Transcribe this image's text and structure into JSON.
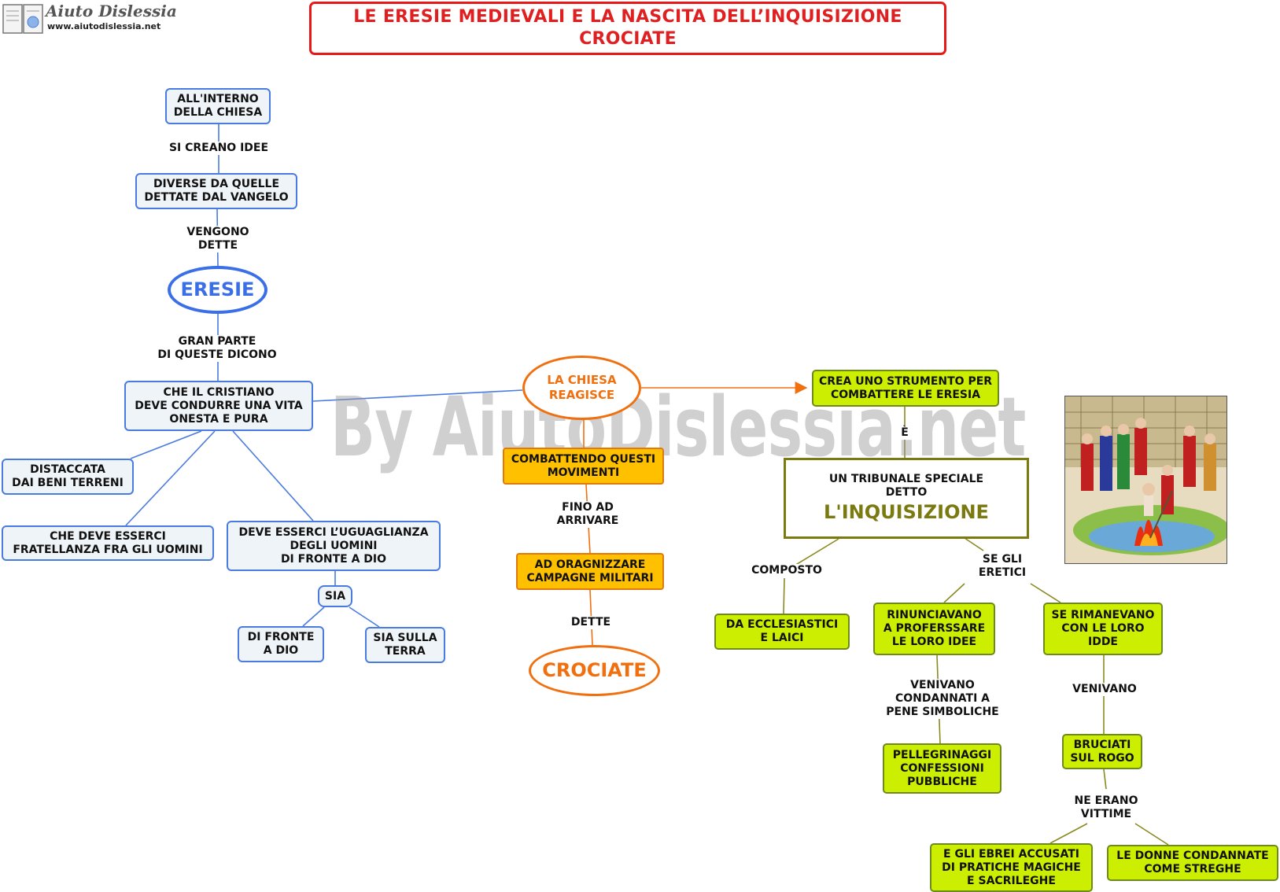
{
  "header": {
    "logo_name": "Aiuto Dislessia",
    "logo_url": "www.aiutodislessia.net",
    "title_line1": "LE ERESIE MEDIEVALI E LA NASCITA DELL’INQUISIZIONE",
    "title_line2": "CROCIATE"
  },
  "watermark": "By AiutoDislessia.net",
  "nodes": {
    "interno_chiesa": "ALL'INTERNO\nDELLA CHIESA",
    "diverse": "DIVERSE DA QUELLE\nDETTATE DAL VANGELO",
    "eresie": "ERESIE",
    "cristiano": "CHE  IL CRISTIANO\nDEVE CONDURRE UNA VITA\nONESTA E PURA",
    "distaccata": "DISTACCATA\nDAI BENI TERRENI",
    "fratellanza": "CHE DEVE ESSERCI\nFRATELLANZA FRA GLI UOMINI",
    "uguaglianza": "DEVE ESSERCI L’UGUAGLIANZA\nDEGLI UOMINI\nDI FRONTE A DIO",
    "sia": "SIA",
    "di_fronte": "DI FRONTE\nA DIO",
    "sia_terra": "SIA SULLA\nTERRA",
    "chiesa_reagisce": "LA CHIESA\nREAGISCE",
    "combattendo": "COMBATTENDO QUESTI\nMOVIMENTI",
    "oragnizzare": "AD ORAGNIZZARE\nCAMPAGNE MILITARI",
    "crociate": "CROCIATE",
    "strumento": "CREA UNO STRUMENTO PER\nCOMBATTERE LE ERESIA",
    "tribunale_sub": "UN TRIBUNALE SPECIALE\nDETTO",
    "tribunale_main": "L'INQUISIZIONE",
    "ecclesiastici": "DA ECCLESIASTICI\nE LAICI",
    "rinunciavano": "RINUNCIAVANO\nA PROFERSSARE\nLE LORO IDEE",
    "rimanevano": "SE RIMANEVANO\nCON LE LORO\nIDDE",
    "pellegrinaggi": "PELLEGRINAGGI\nCONFESSIONI\nPUBBLICHE",
    "bruciati": "BRUCIATI\nSUL ROGO",
    "ebrei": "E GLI EBREI ACCUSATI\nDI PRATICHE MAGICHE\nE SACRILEGHE",
    "donne": "LE DONNE CONDANNATE\nCOME STREGHE"
  },
  "links": {
    "si_creano": "SI CREANO IDEE",
    "vengono": "VENGONO\nDETTE",
    "gran_parte": "GRAN PARTE\nDI QUESTE DICONO",
    "fino_ad": "FINO AD\nARRIVARE",
    "dette": "DETTE",
    "e": "È",
    "composto": "COMPOSTO",
    "se_gli": "SE GLI\nERETICI",
    "venivano_condannati": "VENIVANO\nCONDANNATI A\nPENE SIMBOLICHE",
    "venivano": "VENIVANO",
    "ne_erano": "NE ERANO\nVITTIME"
  },
  "colors": {
    "title_red": "#e02020",
    "blue": "#3a6fe8",
    "orange": "#f07010",
    "green_fill": "#ccee00",
    "olive": "#7a7a10"
  }
}
